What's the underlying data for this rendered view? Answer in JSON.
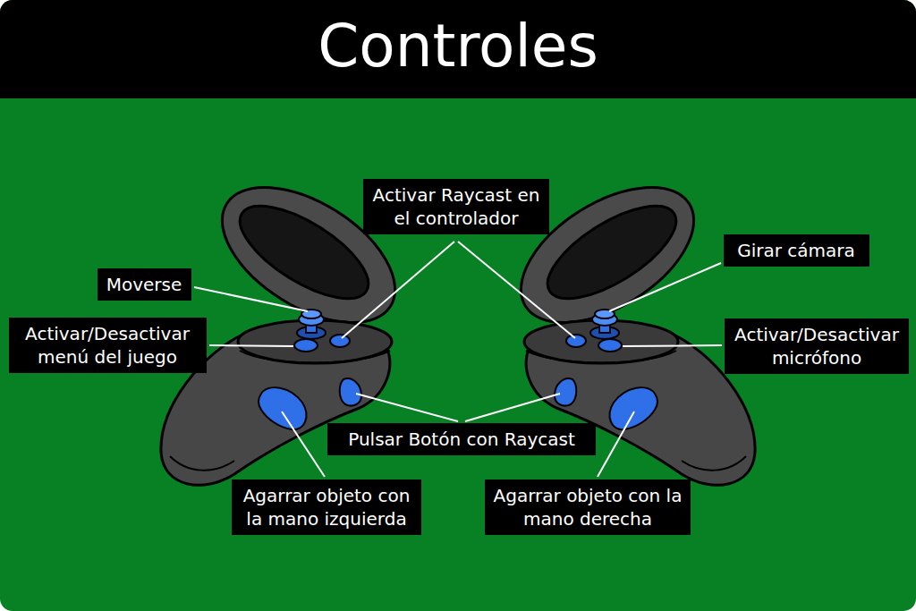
{
  "diagram": {
    "title": "Controles",
    "nodes": [
      {
        "text": [
          "Activar Raycast en el controlador"
        ]
      },
      {
        "text": [
          "Moverse"
        ]
      },
      {
        "text": [
          "Girar cámara"
        ]
      },
      {
        "text": [
          "Activar/Desactivar menú del juego"
        ]
      },
      {
        "text": [
          "Activar/Desactivar micrófono"
        ]
      },
      {
        "text": [
          "Pulsar Botón con Raycast"
        ]
      },
      {
        "text": [
          "Agarrar objeto con la mano izquierda"
        ]
      },
      {
        "text": [
          "Agarrar objeto con la mano derecha"
        ]
      }
    ]
  }
}
